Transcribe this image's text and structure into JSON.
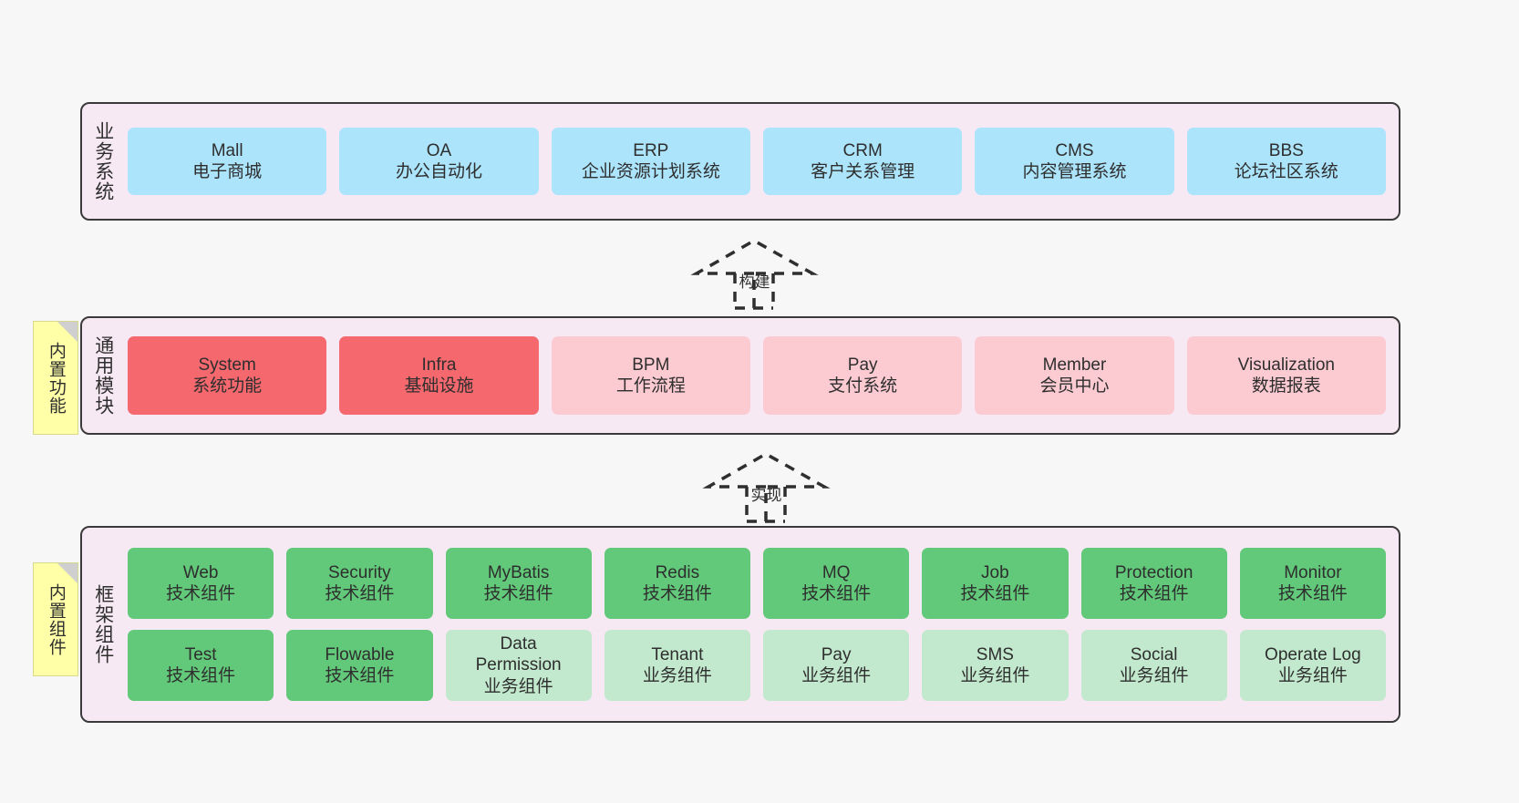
{
  "layers": [
    {
      "id": "business-systems",
      "label": "业务系统",
      "cards": [
        {
          "en": "Mall",
          "cn": "电子商城"
        },
        {
          "en": "OA",
          "cn": "办公自动化"
        },
        {
          "en": "ERP",
          "cn": "企业资源计划系统"
        },
        {
          "en": "CRM",
          "cn": "客户关系管理"
        },
        {
          "en": "CMS",
          "cn": "内容管理系统"
        },
        {
          "en": "BBS",
          "cn": "论坛社区系统"
        }
      ]
    },
    {
      "id": "common-modules",
      "label": "通用模块",
      "cards": [
        {
          "en": "System",
          "cn": "系统功能"
        },
        {
          "en": "Infra",
          "cn": "基础设施"
        },
        {
          "en": "BPM",
          "cn": "工作流程"
        },
        {
          "en": "Pay",
          "cn": "支付系统"
        },
        {
          "en": "Member",
          "cn": "会员中心"
        },
        {
          "en": "Visualization",
          "cn": "数据报表"
        }
      ]
    },
    {
      "id": "framework-components",
      "label": "框架组件",
      "row_top": [
        {
          "en": "Web",
          "cn": "技术组件"
        },
        {
          "en": "Security",
          "cn": "技术组件"
        },
        {
          "en": "MyBatis",
          "cn": "技术组件"
        },
        {
          "en": "Redis",
          "cn": "技术组件"
        },
        {
          "en": "MQ",
          "cn": "技术组件"
        },
        {
          "en": "Job",
          "cn": "技术组件"
        },
        {
          "en": "Protection",
          "cn": "技术组件"
        },
        {
          "en": "Monitor",
          "cn": "技术组件"
        }
      ],
      "row_bottom": [
        {
          "en": "Test",
          "cn": "技术组件"
        },
        {
          "en": "Flowable",
          "cn": "技术组件"
        },
        {
          "en": "Data Permission",
          "cn": "业务组件"
        },
        {
          "en": "Tenant",
          "cn": "业务组件"
        },
        {
          "en": "Pay",
          "cn": "业务组件"
        },
        {
          "en": "SMS",
          "cn": "业务组件"
        },
        {
          "en": "Social",
          "cn": "业务组件"
        },
        {
          "en": "Operate Log",
          "cn": "业务组件"
        }
      ]
    }
  ],
  "connectors": [
    {
      "id": "build",
      "label": "构建"
    },
    {
      "id": "implement",
      "label": "实现"
    }
  ],
  "sticky_notes": [
    {
      "id": "builtin-features",
      "text": "内置功能"
    },
    {
      "id": "builtin-components",
      "text": "内置组件"
    }
  ],
  "colors": {
    "panel_bg": "#f7e9f3",
    "panel_border": "#3a3a3a",
    "business_card": "#ace4fb",
    "module_core": "#f4686e",
    "module_optional": "#fccbd2",
    "component_tech": "#62c97a",
    "component_business": "#c2e9cd",
    "sticky": "#ffffa8",
    "canvas_bg": "#f7f7f7"
  }
}
